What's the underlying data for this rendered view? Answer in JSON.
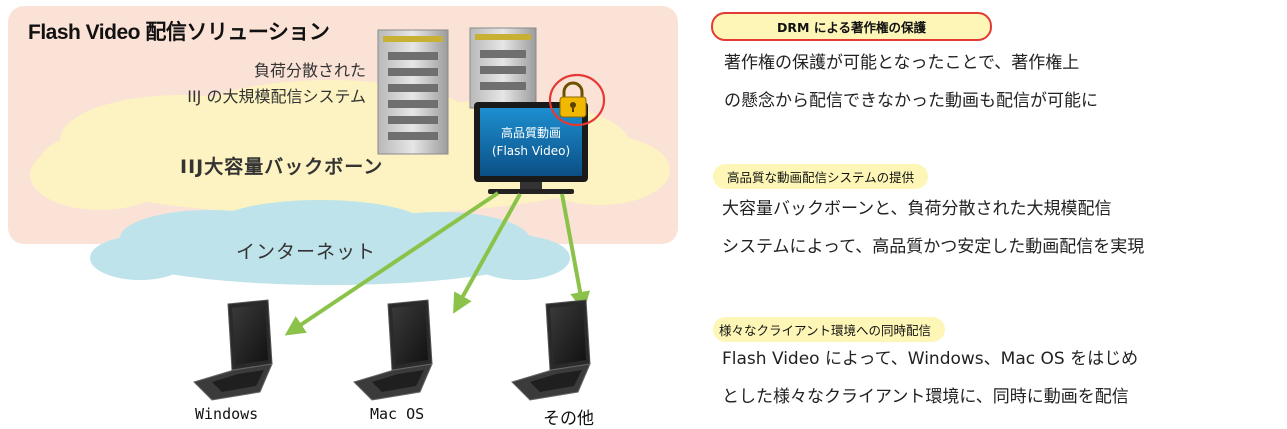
{
  "diagram": {
    "title": "Flash Video 配信ソリューション",
    "server_label_line1": "負荷分散された",
    "server_label_line2": "IIJ の大規模配信システム",
    "backbone_label": "IIJ大容量バックボーン",
    "internet_label": "インターネット",
    "screen_line1": "高品質動画",
    "screen_line2": "(Flash Video)",
    "devices": [
      "Windows",
      "Mac OS",
      "その他"
    ],
    "icons": [
      "server-icon",
      "lock-icon",
      "monitor-icon",
      "laptop-icon"
    ],
    "colors": {
      "panel": "#fbe2d6",
      "backbone_cloud": "#fdf3c2",
      "internet_cloud": "#bfe3ea",
      "arrow": "#8bc34a",
      "highlight_ring": "#e53935"
    }
  },
  "sections": [
    {
      "heading": "DRM による著作権の保護",
      "lines": [
        "著作権の保護が可能となったことで、著作権上",
        "の懸念から配信できなかった動画も配信が可能に"
      ]
    },
    {
      "heading": "高品質な動画配信システムの提供",
      "lines": [
        "大容量バックボーンと、負荷分散された大規模配信",
        "システムによって、高品質かつ安定した動画配信を実現"
      ]
    },
    {
      "heading": "様々なクライアント環境への同時配信",
      "lines": [
        "Flash Video によって、Windows、Mac OS をはじめ",
        "とした様々なクライアント環境に、同時に動画を配信"
      ]
    }
  ]
}
